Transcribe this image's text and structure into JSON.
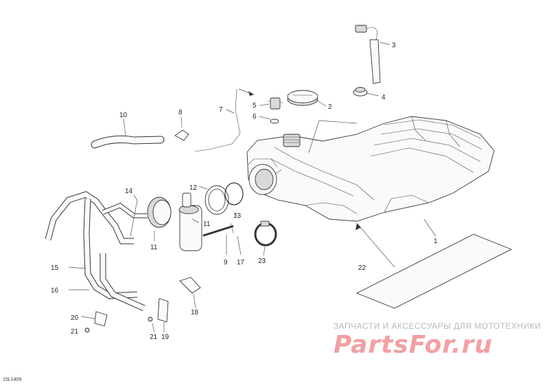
{
  "diagram": {
    "callouts": [
      "1",
      "2",
      "3",
      "4",
      "5",
      "6",
      "7",
      "8",
      "9",
      "10",
      "11",
      "11",
      "12",
      "13",
      "14",
      "15",
      "16",
      "17",
      "18",
      "19",
      "20",
      "21",
      "21",
      "22",
      "23"
    ],
    "diagram_code": "15L1409"
  },
  "watermark": {
    "tagline": "ЗАПЧАСТИ И АКСЕССУАРЫ ДЛЯ МОТОТЕХНИКИ",
    "logo_text": "PartsFor.ru",
    "logo_color": "#f2a0a4"
  }
}
